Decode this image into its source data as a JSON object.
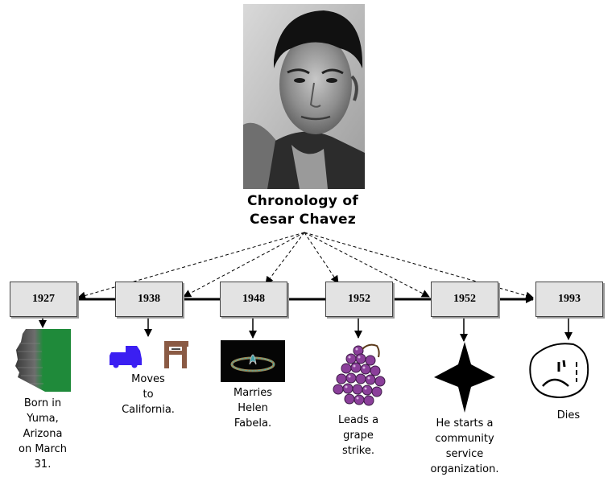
{
  "title": {
    "line1": "Chronology of",
    "line2": "Cesar Chavez"
  },
  "events": [
    {
      "year": "1927",
      "caption": [
        "Born in",
        "Yuma,",
        "Arizona",
        "on March",
        "31."
      ],
      "icon": "arizona-map-icon"
    },
    {
      "year": "1938",
      "caption": [
        "Moves",
        "to",
        "California."
      ],
      "icon": "truck-and-chair-icon"
    },
    {
      "year": "1948",
      "caption": [
        "Marries",
        "Helen",
        "Fabela."
      ],
      "icon": "ring-icon"
    },
    {
      "year": "1952",
      "caption": [
        "Leads a",
        "grape",
        "strike."
      ],
      "icon": "grapes-icon"
    },
    {
      "year": "1952",
      "caption": [
        "He starts a",
        "community",
        "service",
        "organization."
      ],
      "icon": "star-icon"
    },
    {
      "year": "1993",
      "caption": [
        "Dies"
      ],
      "icon": "sad-face-icon"
    }
  ],
  "colors": {
    "box_fill": "#e3e3e3",
    "arizona_green": "#1f8a3a",
    "truck_blue": "#3b1ff2",
    "chair_brown": "#8a5a44",
    "grape_purple": "#8b3f9a"
  }
}
